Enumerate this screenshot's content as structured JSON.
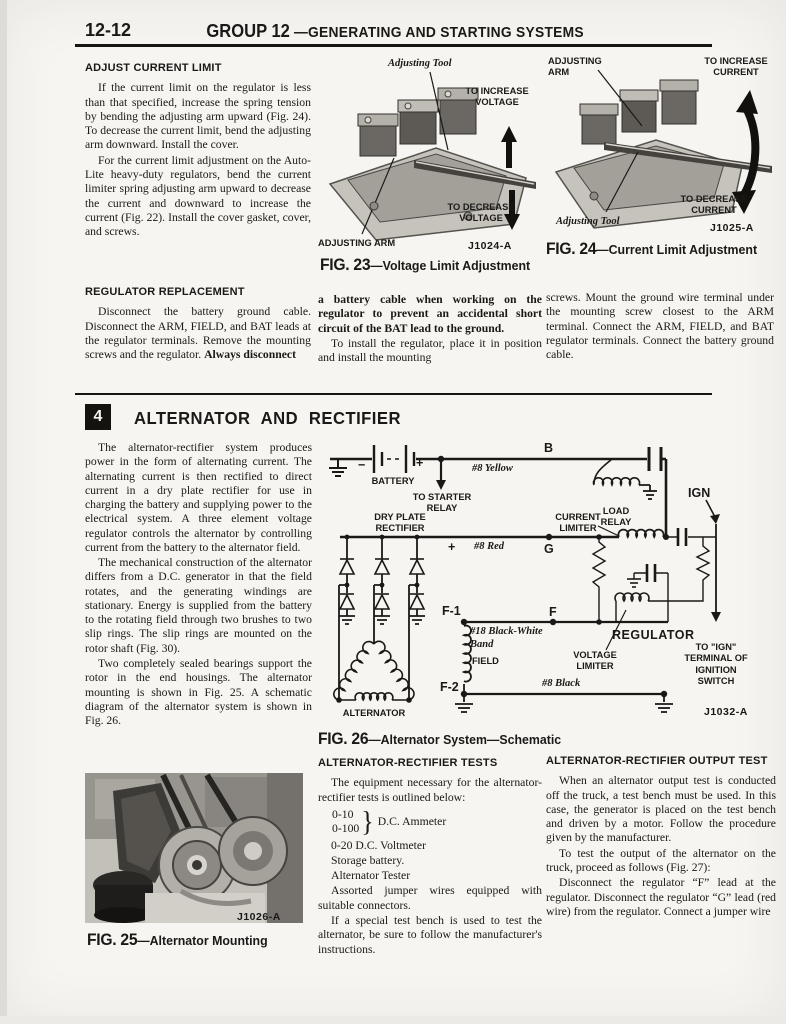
{
  "header": {
    "pagenum": "12-12",
    "group": "GROUP 12",
    "rest": "—GENERATING AND STARTING SYSTEMS"
  },
  "adjust_current_limit": {
    "heading": "ADJUST CURRENT LIMIT",
    "p1": "If the current limit on the regulator is less than that specified, increase the spring tension by bending the adjusting arm upward (Fig. 24). To decrease the current limit, bend the adjusting arm downward. Install the cover.",
    "p2": "For the current limit adjustment on the Auto-Lite heavy-duty regulators, bend the current limiter spring adjusting arm upward to decrease the current and downward to increase the current (Fig. 22). Install the cover gasket, cover, and screws."
  },
  "regulator_replacement": {
    "heading": "REGULATOR REPLACEMENT",
    "p1_normal": "Disconnect the battery ground cable. Disconnect the ARM, FIELD, and BAT leads at the regulator terminals. Remove the mounting screws and the regulator. ",
    "p1_bold": "Always disconnect",
    "p2_bold": "a battery cable when working on the regulator to prevent an accidental short circuit of the BAT lead to the ground.",
    "p2_normal": "To install the regulator, place it in position and install the mounting",
    "p3": "screws. Mount the ground wire terminal under the mounting screw closest to the ARM terminal. Connect the ARM, FIELD, and BAT regulator terminals. Connect the battery ground cable."
  },
  "fig23": {
    "caption_no": "FIG. 23",
    "caption_title": "—Voltage Limit Adjustment",
    "code": "J1024-A",
    "labels": {
      "adjusting_tool": "Adjusting Tool",
      "increase": "TO INCREASE VOLTAGE",
      "decrease": "TO DECREASE VOLTAGE",
      "adjusting_arm": "ADJUSTING ARM"
    }
  },
  "fig24": {
    "caption_no": "FIG. 24",
    "caption_title": "—Current Limit Adjustment",
    "code": "J1025-A",
    "labels": {
      "adjusting_arm": "ADJUSTING ARM",
      "increase": "TO INCREASE CURRENT",
      "decrease": "TO DECREASE CURRENT",
      "adjusting_tool": "Adjusting Tool"
    }
  },
  "section4": {
    "number": "4",
    "title": "ALTERNATOR AND RECTIFIER",
    "p1": "The alternator-rectifier system produces power in the form of alternating current. The alternating current is then rectified to direct current in a dry plate rectifier for use in charging the battery and supplying power to the electrical system. A three element voltage regulator controls the alternator by controlling current from the battery to the alternator field.",
    "p2": "The mechanical construction of the alternator differs from a D.C. generator in that the field rotates, and the generating windings are stationary. Energy is supplied from the battery to the rotating field through two brushes to two slip rings. The slip rings are mounted on the rotor shaft (Fig. 30).",
    "p3": "Two completely sealed bearings support the rotor in the end housings. The alternator mounting is shown in Fig. 25. A schematic diagram of the alternator system is shown in Fig. 26."
  },
  "fig25": {
    "caption_no": "FIG. 25",
    "caption_title": "—Alternator Mounting",
    "code": "J1026-A"
  },
  "fig26": {
    "caption_no": "FIG. 26",
    "caption_title": "—Alternator System—Schematic",
    "code": "J1032-A",
    "labels": {
      "minus": "−",
      "plus_batt": "+",
      "battery": "BATTERY",
      "to_starter_relay": "TO STARTER RELAY",
      "yellow": "#8 Yellow",
      "b": "B",
      "load_relay": "LOAD RELAY",
      "ign": "IGN",
      "dry_plate": "DRY PLATE RECTIFIER",
      "plus_red": "+",
      "red": "#8 Red",
      "g": "G",
      "current_limiter": "CURRENT LIMITER",
      "f1": "F-1",
      "band": "#18 Black-White Band",
      "field": "FIELD",
      "f2": "F-2",
      "f": "F",
      "regulator": "REGULATOR",
      "voltage_limiter": "VOLTAGE LIMITER",
      "to_ign": "TO \"IGN\" TERMINAL OF IGNITION SWITCH",
      "black": "#8 Black",
      "alternator": "ALTERNATOR"
    }
  },
  "tests": {
    "heading": "ALTERNATOR-RECTIFIER TESTS",
    "intro": "The equipment necessary for the alternator-rectifier tests is outlined below:",
    "range1": "0-10",
    "range2": "0-100",
    "brace": "}",
    "ammeter": "D.C. Ammeter",
    "item1": "0-20 D.C. Voltmeter",
    "item2": "Storage battery.",
    "item3": "Alternator Tester",
    "p2": "Assorted jumper wires equipped with suitable connectors.",
    "p3": "If a special test bench is used to test the alternator, be sure to follow the manufacturer's instructions."
  },
  "output_test": {
    "heading": "ALTERNATOR-RECTIFIER OUTPUT TEST",
    "p1": "When an alternator output test is conducted off the truck, a test bench must be used. In this case, the generator is placed on the test bench and driven by a motor. Follow the procedure given by the manufacturer.",
    "p2": "To test the output of the alternator on the truck, proceed as follows (Fig. 27):",
    "p3": "Disconnect the regulator “F” lead at the regulator. Disconnect the regulator “G” lead (red wire) from the regulator. Connect a jumper wire"
  }
}
